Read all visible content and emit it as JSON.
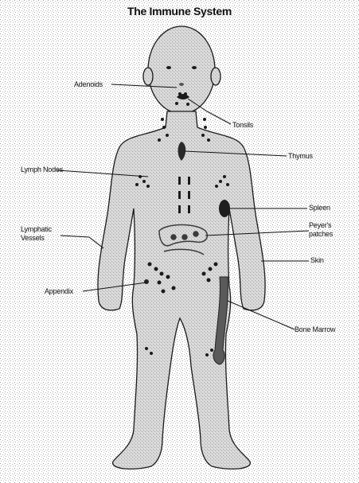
{
  "title": "The Immune System",
  "labels": {
    "adenoids": "Adenoids",
    "tonsils": "Tonsils",
    "thymus": "Thymus",
    "lymph_nodes": "Lymph Nodes",
    "spleen": "Spleen",
    "peyers_patches_line1": "Peyer's",
    "peyers_patches_line2": "patches",
    "lymphatic_vessels_line1": "Lymphatic",
    "lymphatic_vessels_line2": "Vessels",
    "skin": "Skin",
    "appendix": "Appendix",
    "bone_marrow": "Bone Marrow"
  },
  "colors": {
    "ink": "#1a1a1a",
    "body_fill": "#d9d9d9",
    "organ": "#333333",
    "background": "#ffffff"
  }
}
